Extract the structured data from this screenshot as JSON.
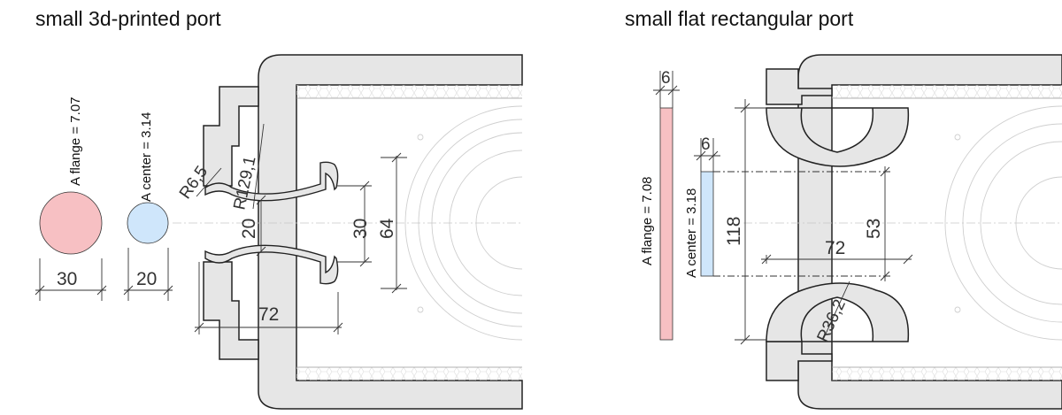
{
  "left_panel": {
    "title": "small 3d-printed port",
    "flange_label": "A flange = 7.07",
    "center_label": "A center = 3.14",
    "dims": {
      "flange_dia": "30",
      "center_dia": "20",
      "r_small": "R6,5",
      "r_large": "R129,1",
      "throat": "20",
      "mouth": "30",
      "outer": "64",
      "length": "72"
    },
    "colors": {
      "flange": "#f7c0c3",
      "center": "#cfe6fb"
    }
  },
  "right_panel": {
    "title": "small flat rectangular port",
    "flange_label": "A flange = 7.08",
    "center_label": "A center = 3.18",
    "dims": {
      "flange_w": "6",
      "center_w": "6",
      "height": "118",
      "gap": "53",
      "length": "72",
      "radius": "R36,2"
    },
    "colors": {
      "flange": "#f7c0c3",
      "center": "#cfe6fb"
    }
  },
  "colors": {
    "part_fill": "#e6e6e6",
    "outline": "#222222",
    "guide": "#c8c8c8"
  }
}
